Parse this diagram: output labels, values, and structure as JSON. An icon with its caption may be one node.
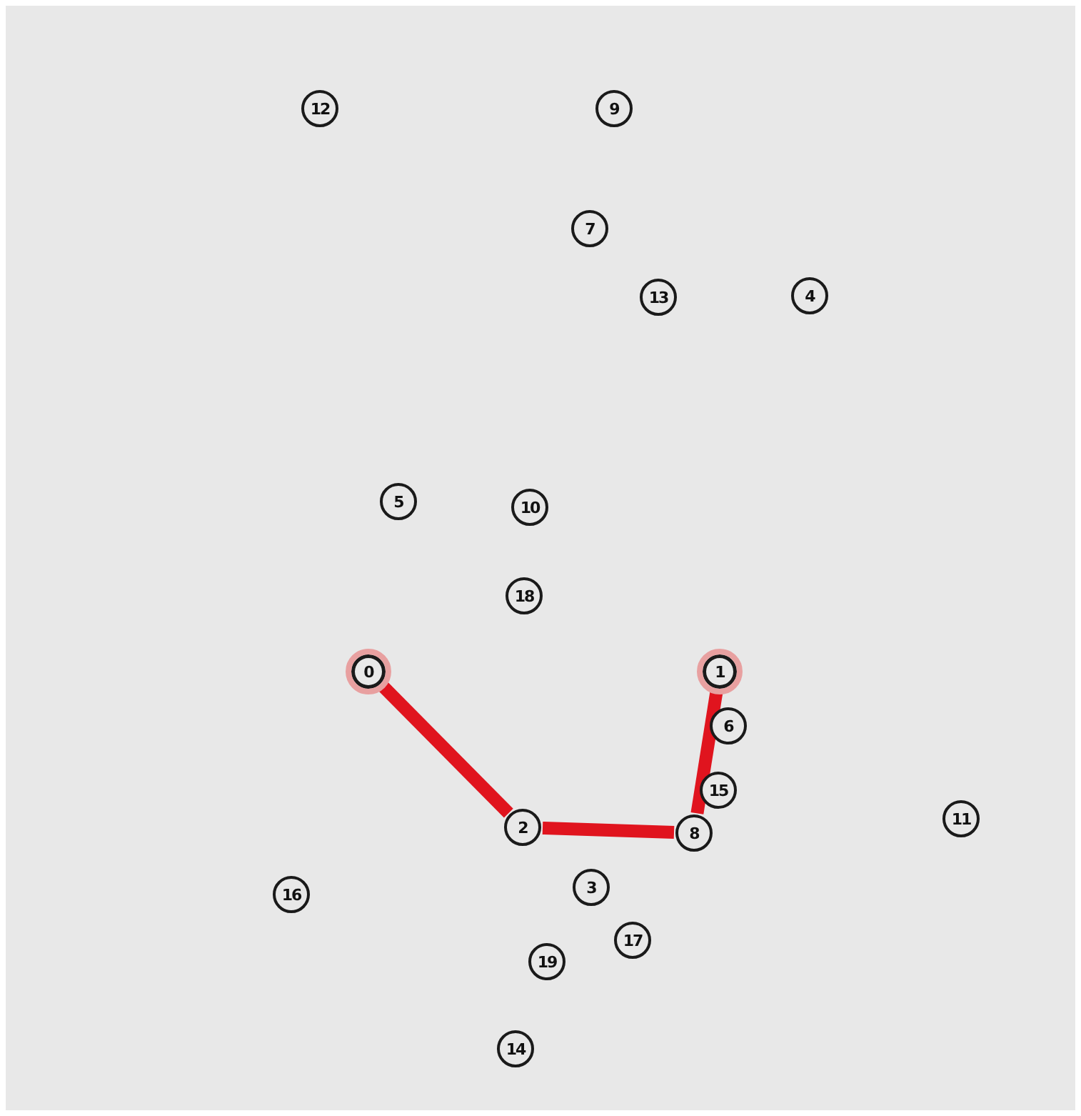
{
  "diagram": {
    "nodes": [
      {
        "text": [
          "12"
        ]
      },
      {
        "text": [
          "9"
        ]
      },
      {
        "text": [
          "7"
        ]
      },
      {
        "text": [
          "13"
        ]
      },
      {
        "text": [
          "4"
        ]
      },
      {
        "text": [
          "5"
        ]
      },
      {
        "text": [
          "10"
        ]
      },
      {
        "text": [
          "18"
        ]
      },
      {
        "text": [
          "0"
        ]
      },
      {
        "text": [
          "1"
        ]
      },
      {
        "text": [
          "6"
        ]
      },
      {
        "text": [
          "15"
        ]
      },
      {
        "text": [
          "11"
        ]
      },
      {
        "text": [
          "2"
        ]
      },
      {
        "text": [
          "8"
        ]
      },
      {
        "text": [
          "3"
        ]
      },
      {
        "text": [
          "16"
        ]
      },
      {
        "text": [
          "17"
        ]
      },
      {
        "text": [
          "19"
        ]
      },
      {
        "text": [
          "14"
        ]
      }
    ],
    "edges": [
      {
        "from": 8,
        "to": 13,
        "arrow": "none"
      },
      {
        "from": 13,
        "to": 14,
        "arrow": "none"
      },
      {
        "from": 14,
        "to": 9,
        "arrow": "none"
      }
    ]
  }
}
